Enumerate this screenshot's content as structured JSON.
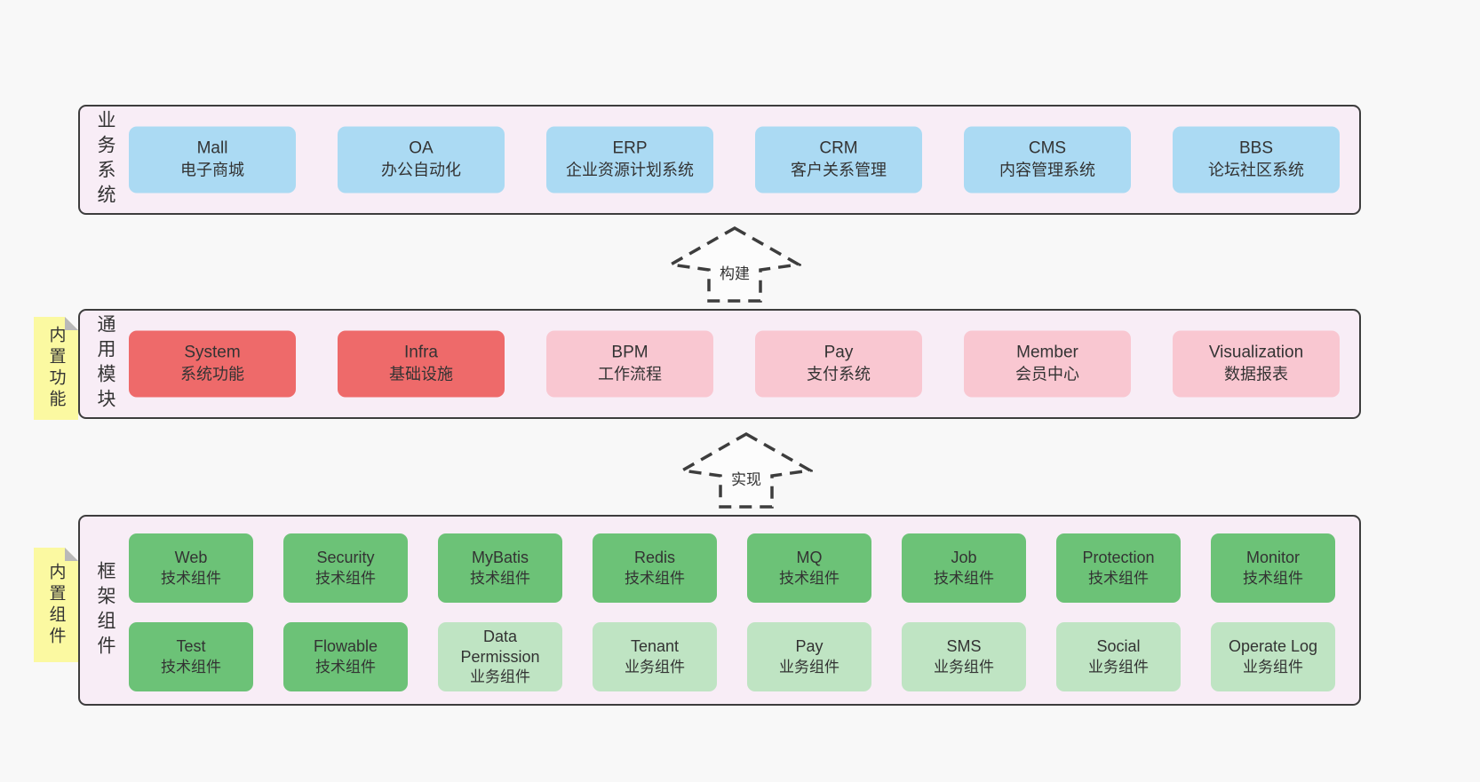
{
  "colors": {
    "page-bg": "#f8f8f8",
    "band-bg": "#f8edf6",
    "band-border": "#3d3d3d",
    "blue": "#abdaf3",
    "red": "#ee6a6a",
    "pink": "#f9c7d1",
    "green": "#6cc277",
    "light-green": "#bfe4c3",
    "sticky-yellow": "#fbf9a1",
    "sticky-fold": "#b9b9b9",
    "text": "#333333"
  },
  "bands": {
    "business": {
      "label": "业务系统",
      "boxes": [
        {
          "title": "Mall",
          "subtitle": "电子商城"
        },
        {
          "title": "OA",
          "subtitle": "办公自动化"
        },
        {
          "title": "ERP",
          "subtitle": "企业资源计划系统"
        },
        {
          "title": "CRM",
          "subtitle": "客户关系管理"
        },
        {
          "title": "CMS",
          "subtitle": "内容管理系统"
        },
        {
          "title": "BBS",
          "subtitle": "论坛社区系统"
        }
      ]
    },
    "modules": {
      "label": "通用模块",
      "sticky": "内置功能",
      "boxes": [
        {
          "title": "System",
          "subtitle": "系统功能",
          "variant": "red"
        },
        {
          "title": "Infra",
          "subtitle": "基础设施",
          "variant": "red"
        },
        {
          "title": "BPM",
          "subtitle": "工作流程",
          "variant": "pink"
        },
        {
          "title": "Pay",
          "subtitle": "支付系统",
          "variant": "pink"
        },
        {
          "title": "Member",
          "subtitle": "会员中心",
          "variant": "pink"
        },
        {
          "title": "Visualization",
          "subtitle": "数据报表",
          "variant": "pink"
        }
      ]
    },
    "components": {
      "label": "框架组件",
      "sticky": "内置组件",
      "row1": [
        {
          "title": "Web",
          "subtitle": "技术组件",
          "variant": "green"
        },
        {
          "title": "Security",
          "subtitle": "技术组件",
          "variant": "green"
        },
        {
          "title": "MyBatis",
          "subtitle": "技术组件",
          "variant": "green"
        },
        {
          "title": "Redis",
          "subtitle": "技术组件",
          "variant": "green"
        },
        {
          "title": "MQ",
          "subtitle": "技术组件",
          "variant": "green"
        },
        {
          "title": "Job",
          "subtitle": "技术组件",
          "variant": "green"
        },
        {
          "title": "Protection",
          "subtitle": "技术组件",
          "variant": "green"
        },
        {
          "title": "Monitor",
          "subtitle": "技术组件",
          "variant": "green"
        }
      ],
      "row2": [
        {
          "title": "Test",
          "subtitle": "技术组件",
          "variant": "green"
        },
        {
          "title": "Flowable",
          "subtitle": "技术组件",
          "variant": "green"
        },
        {
          "title": "Data Permission",
          "subtitle": "业务组件",
          "variant": "light-green"
        },
        {
          "title": "Tenant",
          "subtitle": "业务组件",
          "variant": "light-green"
        },
        {
          "title": "Pay",
          "subtitle": "业务组件",
          "variant": "light-green"
        },
        {
          "title": "SMS",
          "subtitle": "业务组件",
          "variant": "light-green"
        },
        {
          "title": "Social",
          "subtitle": "业务组件",
          "variant": "light-green"
        },
        {
          "title": "Operate Log",
          "subtitle": "业务组件",
          "variant": "light-green"
        }
      ]
    }
  },
  "arrows": {
    "build": "构建",
    "implement": "实现"
  }
}
